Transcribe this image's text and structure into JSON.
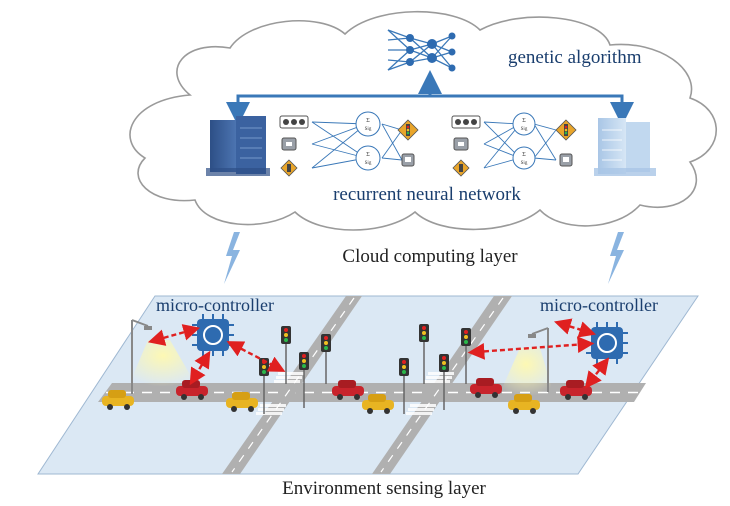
{
  "cloud": {
    "genetic_label": "genetic algorithm",
    "rnn_label": "recurrent neural network",
    "layer_label": "Cloud computing layer"
  },
  "ground": {
    "controller_left_label": "micro-controller",
    "controller_right_label": "micro-controller",
    "layer_label": "Environment sensing layer"
  },
  "colors": {
    "accent_blue": "#3a78b8",
    "plane_fill": "#dbe8f4",
    "road": "#a9a9a9",
    "link_red": "#e02020",
    "car_yellow": "#e8b422",
    "car_red": "#c8242c"
  }
}
